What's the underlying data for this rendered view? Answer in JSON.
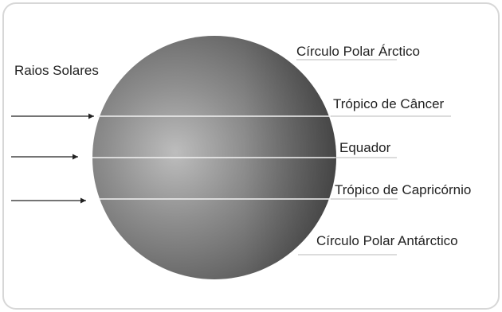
{
  "diagram": {
    "left_title": "Raios Solares",
    "labels": {
      "arctic_circle": "Círculo Polar Árctico",
      "tropic_cancer": "Trópico de Câncer",
      "equator": "Equador",
      "tropic_capricorn": "Trópico de Capricórnio",
      "antarctic_circle": "Círculo Polar Antárctico"
    },
    "colors": {
      "frame_border": "#d7d7d7",
      "sphere_highlight": "#bdbdbd",
      "sphere_mid": "#8f8f8f",
      "sphere_shadow": "#4b4b4b",
      "latitude_line": "#f2f2f2",
      "leader_line": "#b8b8b8",
      "arrow": "#222222"
    }
  }
}
